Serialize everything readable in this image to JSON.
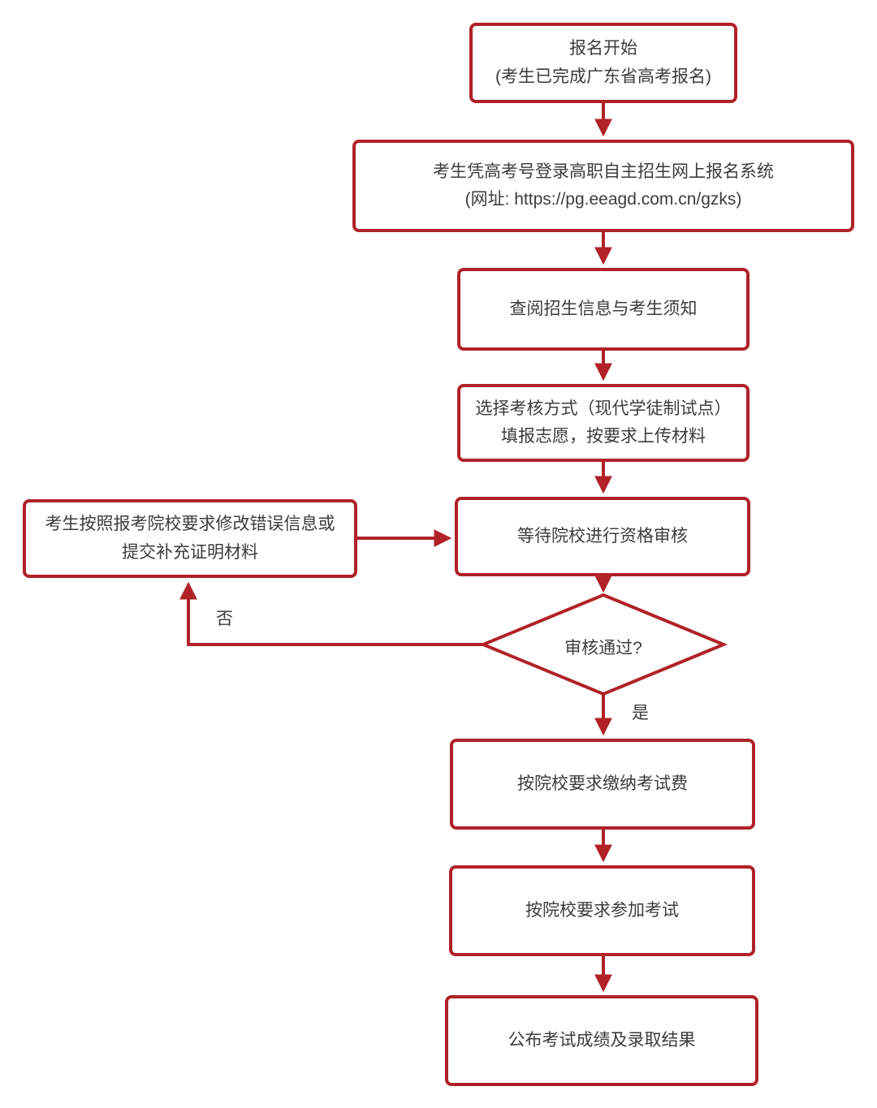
{
  "diagram": {
    "type": "flowchart",
    "colors": {
      "accent": "#B02228",
      "text": "#3C3C3C",
      "background": "#ffffff"
    },
    "nodes": {
      "start": {
        "line1": "报名开始",
        "line2": "(考生已完成广东省高考报名)"
      },
      "login": {
        "line1": "考生凭高考号登录高职自主招生网上报名系统",
        "line2": "(网址: https://pg.eeagd.com.cn/gzks)"
      },
      "review_info": {
        "line1": "查阅招生信息与考生须知"
      },
      "choose_method": {
        "line1": "选择考核方式（现代学徒制试点）",
        "line2": "填报志愿，按要求上传材料"
      },
      "wait_review": {
        "line1": "等待院校进行资格审核"
      },
      "fix_info": {
        "line1": "考生按照报考院校要求修改错误信息或",
        "line2": "提交补充证明材料"
      },
      "decision": {
        "label": "审核通过?"
      },
      "pay_fee": {
        "line1": "按院校要求缴纳考试费"
      },
      "take_exam": {
        "line1": "按院校要求参加考试"
      },
      "publish_result": {
        "line1": "公布考试成绩及录取结果"
      }
    },
    "edges": {
      "no_label": "否",
      "yes_label": "是"
    }
  }
}
